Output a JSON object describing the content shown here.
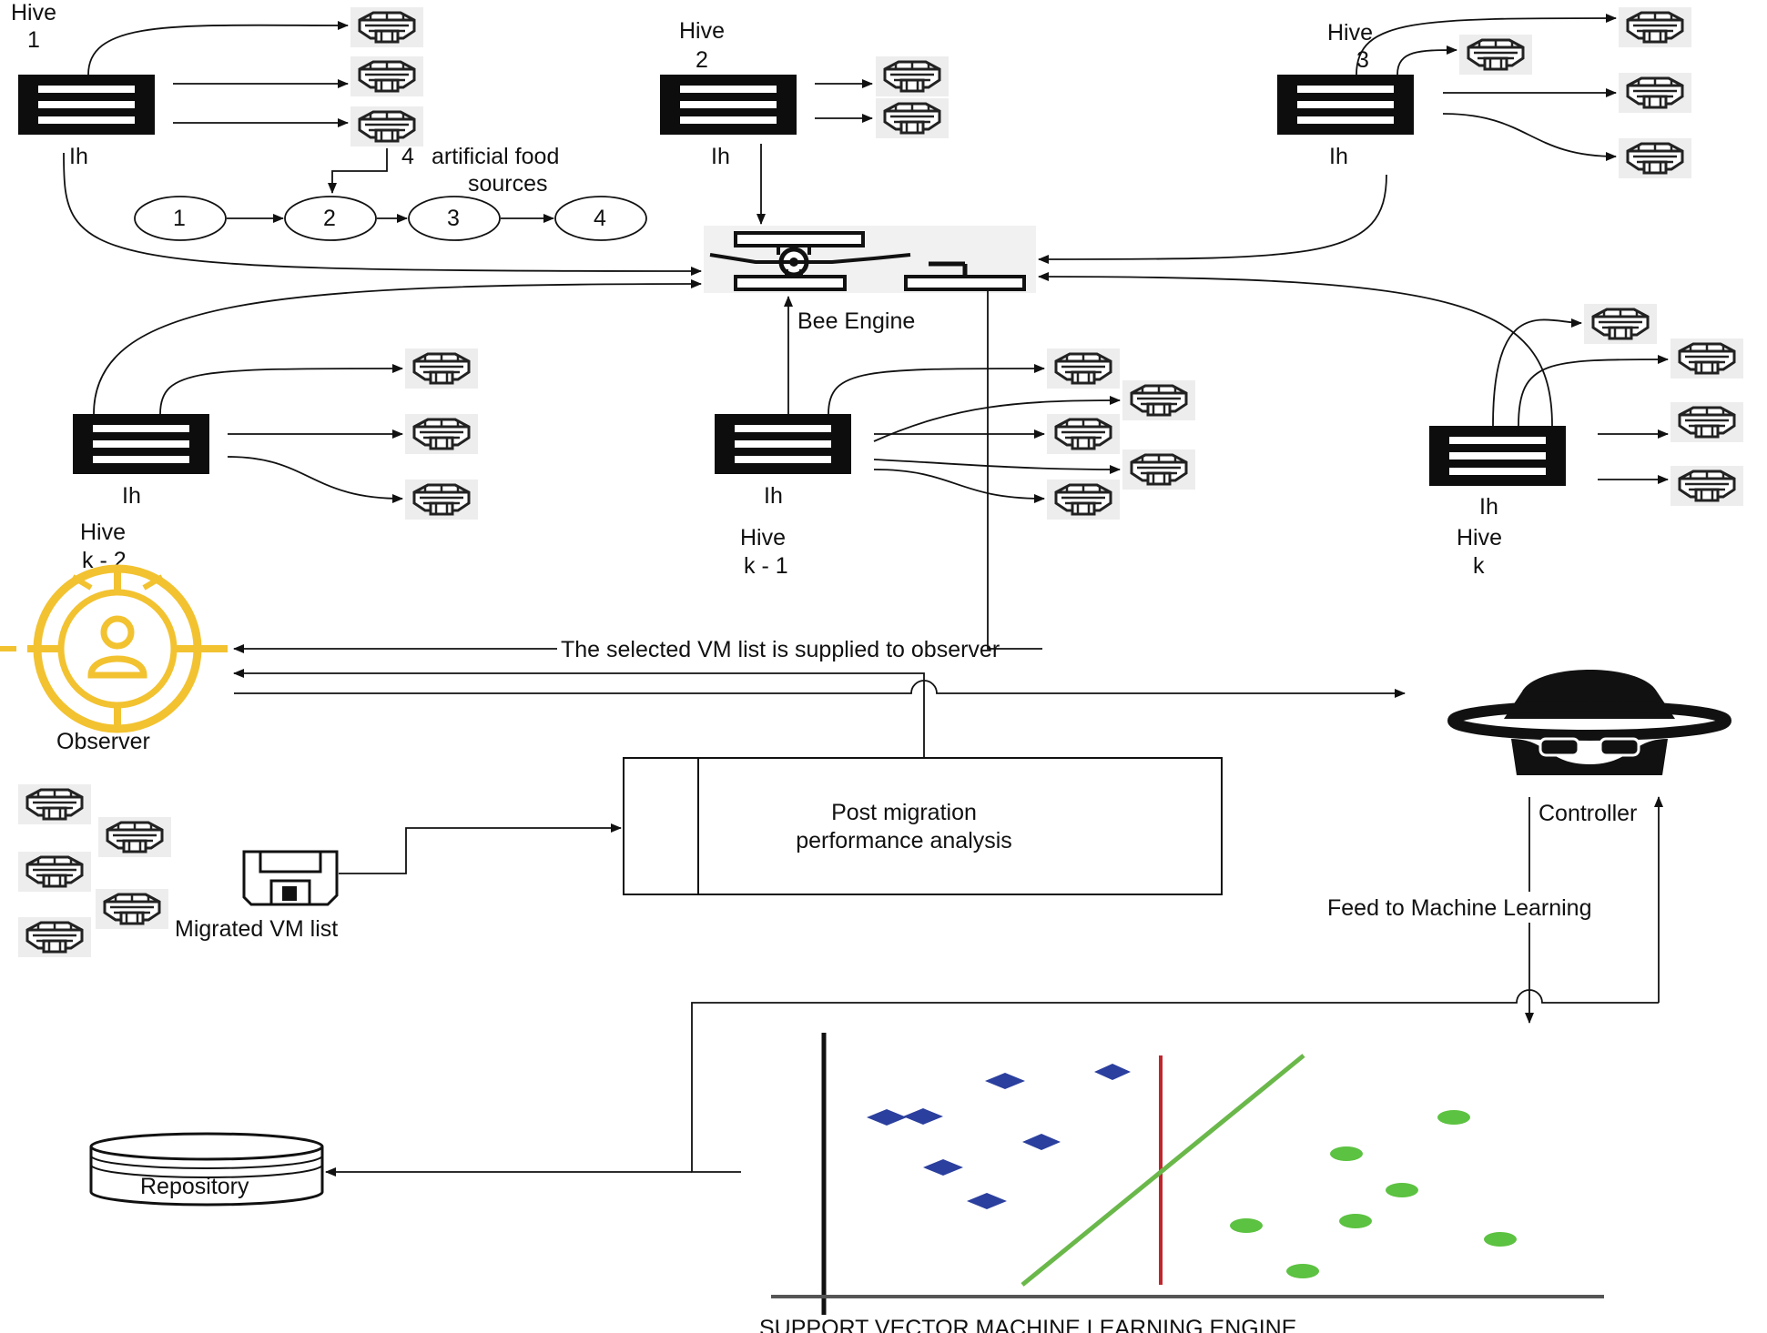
{
  "hives": [
    {
      "label_top": "Hive",
      "label_num": "1",
      "lh": "Ih"
    },
    {
      "label_top": "Hive",
      "label_num": "2",
      "lh": "Ih"
    },
    {
      "label_top": "Hive",
      "label_num": "3",
      "lh": "Ih"
    },
    {
      "label_top": "Hive",
      "label_num": "k - 2",
      "lh": "Ih"
    },
    {
      "label_top": "Hive",
      "label_num": "k - 1",
      "lh": "Ih"
    },
    {
      "label_top": "Hive",
      "label_num": "k",
      "lh": "Ih"
    }
  ],
  "food_sources": {
    "marker": "4",
    "label_line1": "artificial food",
    "label_line2": "sources",
    "nodes": [
      "1",
      "2",
      "3",
      "4"
    ]
  },
  "bee_engine": {
    "label": "Bee Engine",
    "icon": "gear-network-icon"
  },
  "observer": {
    "label": "Observer",
    "icon": "observer-target-icon",
    "color": "#f2c230"
  },
  "controller": {
    "label": "Controller",
    "icon": "spy-icon"
  },
  "messages": {
    "selected_vm": "The selected VM list is supplied to observer",
    "feed_ml": "Feed to Machine Learning"
  },
  "post_migration": {
    "line1": "Post migration",
    "line2": "performance analysis"
  },
  "migrated_vm": {
    "label": "Migrated VM list",
    "icon": "floppy-disk-icon"
  },
  "repository": {
    "label": "Repository",
    "icon": "database-icon"
  },
  "svm": {
    "title": "SUPPORT VECTOR MACHINE LEARNING ENGINE",
    "class_a_color": "#2b3f9e",
    "class_b_color": "#5cc241",
    "hyperplane_color": "#c0262b",
    "margin_line_color": "#6ab84a"
  },
  "colors": {
    "hive_box": "#0d0d0d",
    "line": "#111111"
  }
}
